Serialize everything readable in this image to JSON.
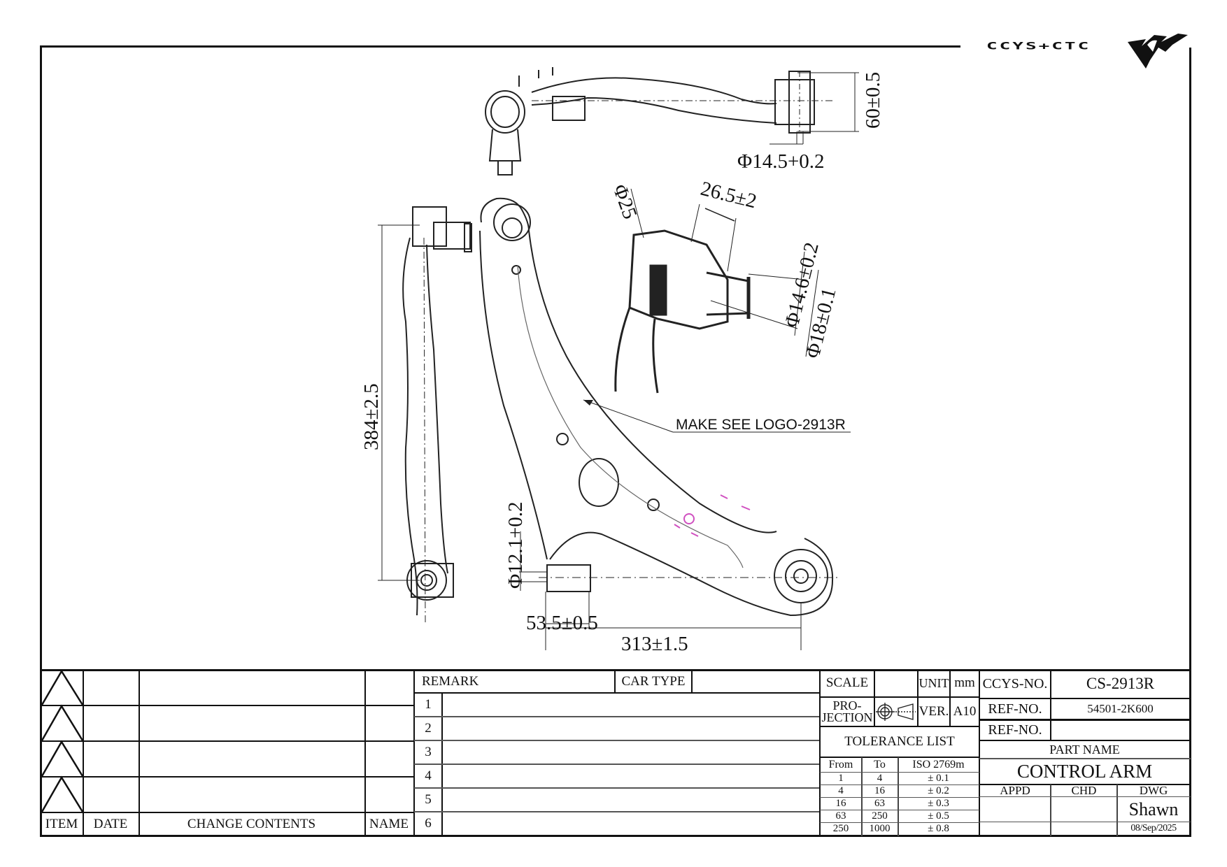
{
  "logo": {
    "text": "CCYS+CTC",
    "icon": "ccys-ctc-wing-logo"
  },
  "drawing": {
    "dimensions": {
      "top_height": "60±0.5",
      "top_bore": "Φ14.5+0.2",
      "ball_joint_dia": "Φ25",
      "ball_joint_length": "26.5±2",
      "stud_dia_small": "Φ14.6±0.2",
      "stud_dia_large": "Φ18±0.1",
      "side_length": "384±2.5",
      "front_bore": "Φ12.1+0.2",
      "front_bushing_width": "53.5±0.5",
      "overall_width": "313±1.5"
    },
    "note": "MAKE SEE LOGO-2913R"
  },
  "revision_table": {
    "headers": {
      "item": "ITEM",
      "date": "DATE",
      "change": "CHANGE CONTENTS",
      "name": "NAME"
    },
    "rows": [
      {
        "item": "",
        "date": "",
        "change": "",
        "name": ""
      },
      {
        "item": "",
        "date": "",
        "change": "",
        "name": ""
      },
      {
        "item": "",
        "date": "",
        "change": "",
        "name": ""
      },
      {
        "item": "",
        "date": "",
        "change": "",
        "name": ""
      }
    ]
  },
  "remark_table": {
    "remark_label": "REMARK",
    "car_type_label": "CAR TYPE",
    "car_type_value": "",
    "rows": [
      "1",
      "2",
      "3",
      "4",
      "5",
      "6"
    ]
  },
  "spec_block": {
    "scale_label": "SCALE",
    "scale_value": "",
    "unit_label": "UNIT",
    "unit_value": "mm",
    "projection_label_1": "PRO-",
    "projection_label_2": "JECTION",
    "projection_icon": "third-angle-projection-symbol",
    "ver_label": "VER.",
    "ver_value": "A10",
    "tolerance_title": "TOLERANCE LIST",
    "tolerance_headers": [
      "From",
      "To",
      "ISO 2769m"
    ],
    "tolerance_rows": [
      [
        "1",
        "4",
        "± 0.1"
      ],
      [
        "4",
        "16",
        "± 0.2"
      ],
      [
        "16",
        "63",
        "± 0.3"
      ],
      [
        "63",
        "250",
        "± 0.5"
      ],
      [
        "250",
        "1000",
        "± 0.8"
      ]
    ]
  },
  "part_block": {
    "ccys_no_label": "CCYS-NO.",
    "ccys_no_value": "CS-2913R",
    "ref_no_label_1": "REF-NO.",
    "ref_no_value_1": "54501-2K600",
    "ref_no_label_2": "REF-NO.",
    "ref_no_value_2": "",
    "part_name_label": "PART NAME",
    "part_name_value": "CONTROL ARM",
    "appd_label": "APPD",
    "chd_label": "CHD",
    "dwg_label": "DWG",
    "appd_value": "",
    "chd_value": "",
    "dwg_value": "Shawn",
    "date_value": "08/Sep/2025"
  }
}
